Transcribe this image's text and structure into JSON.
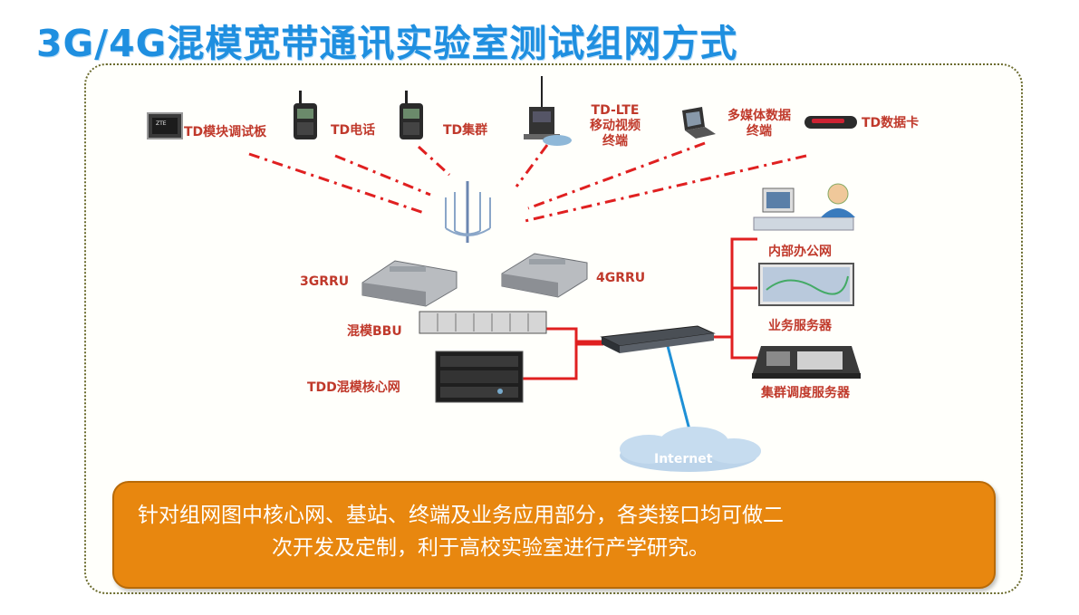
{
  "title": "3G/4G混模宽带通讯实验室测试组网方式",
  "terminals": {
    "td_module_board": "TD模块调试板",
    "td_phone": "TD电话",
    "td_trunk": "TD集群",
    "td_lte_video": [
      "TD-LTE",
      "移动视频",
      "终端"
    ],
    "multimedia_terminal": [
      "多媒体数据",
      "终端"
    ],
    "td_data_card": "TD数据卡"
  },
  "network": {
    "rru_3g": "3GRRU",
    "rru_4g": "4GRRU",
    "bbu": "混模BBU",
    "core": "TDD混模核心网",
    "internet": "Internet"
  },
  "servers": {
    "office": "内部办公网",
    "business": "业务服务器",
    "dispatch": "集群调度服务器"
  },
  "note": {
    "line1": "针对组网图中核心网、基站、终端及业务应用部分，各类接口均可做二",
    "line2": "次开发及定制，利于高校实验室进行产学研究。"
  },
  "colors": {
    "title": "#1f8fe0",
    "label": "#c0392b",
    "link_red": "#e02020",
    "link_blue": "#1e90d6",
    "note_bg": "#e8870f"
  }
}
